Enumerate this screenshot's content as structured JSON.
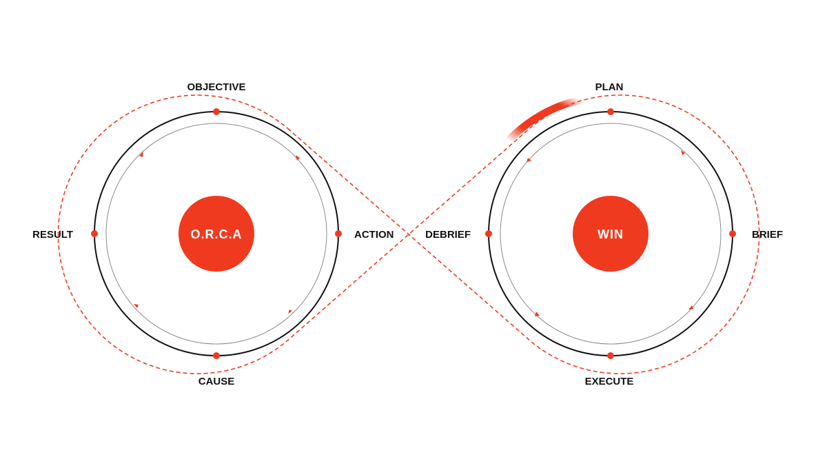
{
  "colors": {
    "accent": "#f03a1f",
    "outer_ring": "#111111",
    "inner_ring": "#8a8a8a",
    "label": "#111111",
    "background": "#ffffff"
  },
  "left_loop": {
    "center_label": "O.R.C.A",
    "top_label": "OBJECTIVE",
    "right_label": "ACTION",
    "bottom_label": "CAUSE",
    "left_label": "RESULT",
    "direction": "counter-clockwise"
  },
  "right_loop": {
    "center_label": "WIN",
    "top_label": "PLAN",
    "right_label": "BRIEF",
    "bottom_label": "EXECUTE",
    "left_label": "DEBRIEF",
    "direction": "clockwise"
  },
  "connector": {
    "style": "dashed infinity path",
    "highlight": "red glowing segment near PLAN"
  }
}
